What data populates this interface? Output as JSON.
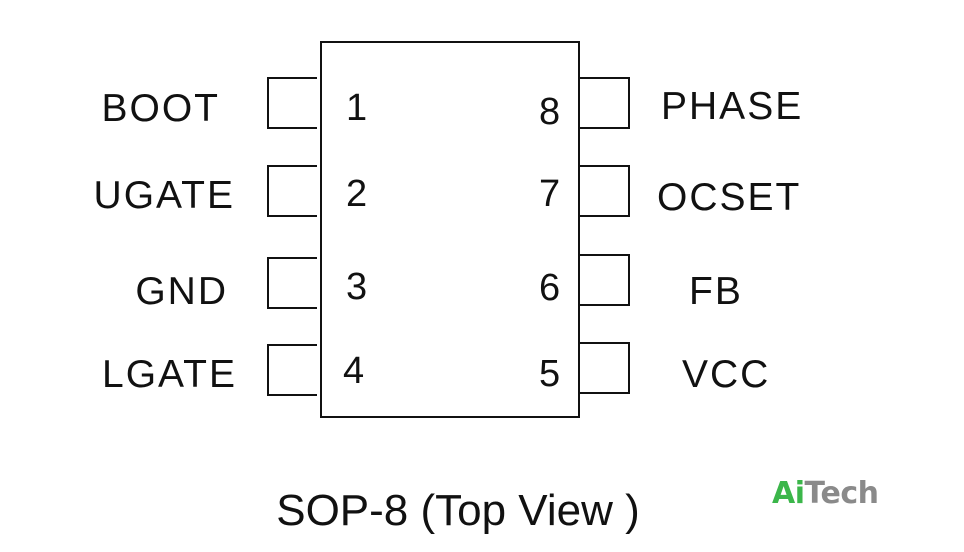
{
  "package": {
    "caption": "SOP-8 (Top View )",
    "left_pins": [
      {
        "number": "1",
        "name": "BOOT"
      },
      {
        "number": "2",
        "name": "UGATE"
      },
      {
        "number": "3",
        "name": "GND"
      },
      {
        "number": "4",
        "name": "LGATE"
      }
    ],
    "right_pins": [
      {
        "number": "8",
        "name": "PHASE"
      },
      {
        "number": "7",
        "name": "OCSET"
      },
      {
        "number": "6",
        "name": "FB"
      },
      {
        "number": "5",
        "name": "VCC"
      }
    ]
  },
  "logo": {
    "part1": "Ai",
    "part2": "Tech",
    "color1": "#3bb64a",
    "color2": "#8a8a8a"
  }
}
